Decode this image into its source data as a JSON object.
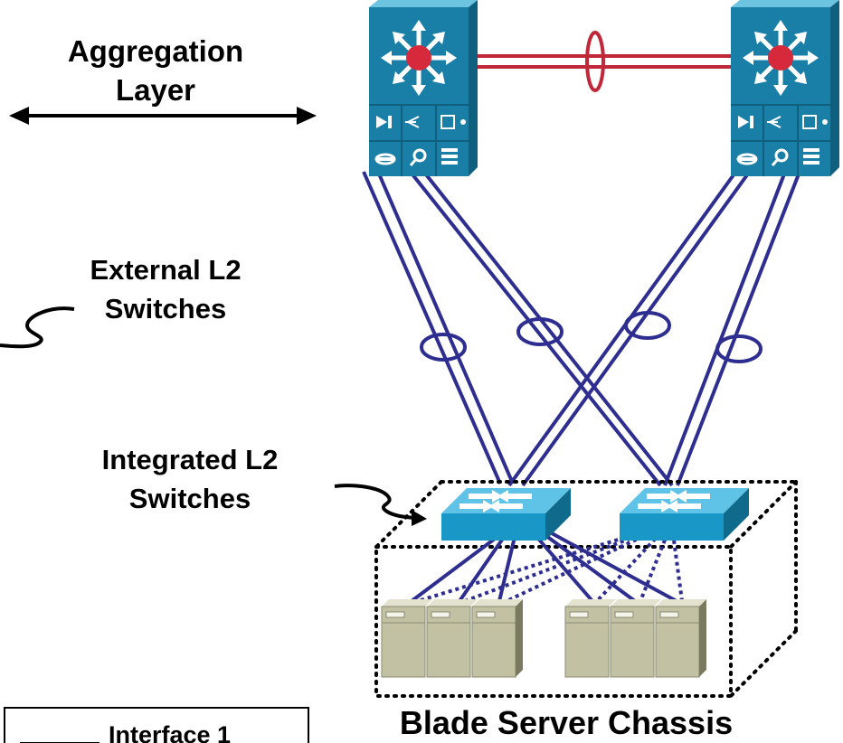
{
  "labels": {
    "aggregation_line1": "Aggregation",
    "aggregation_line2": "Layer",
    "external_line1": "External L2",
    "external_line2": "Switches",
    "integrated_line1": "Integrated L2",
    "integrated_line2": "Switches",
    "chassis": "Blade Server Chassis"
  },
  "legend": {
    "item1": "Interface 1"
  },
  "colors": {
    "link_blue": "#2e2e91",
    "etherchannel_red": "#c0283a",
    "aggregation_switch": "#1a7fa6",
    "access_switch": "#1997c6",
    "server_beige": "#c2c1a4"
  },
  "icons": [
    "aggregation-switch-icon",
    "workgroup-switch-icon",
    "blade-server-icon"
  ]
}
